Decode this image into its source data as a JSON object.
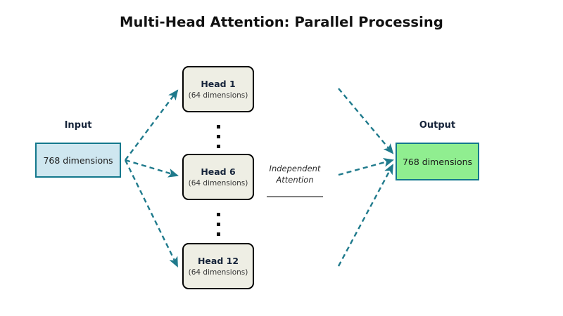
{
  "diagram": {
    "title": "Multi-Head Attention: Parallel Processing",
    "input": {
      "label": "Input",
      "value": "768 dimensions",
      "fill_color": "#cfe7f0",
      "border_color": "#13788c"
    },
    "output": {
      "label": "Output",
      "value": "768 dimensions",
      "fill_color": "#90ee90",
      "border_color": "#13788c"
    },
    "heads": [
      {
        "title": "Head 1",
        "subtitle": "(64 dimensions)"
      },
      {
        "title": "Head 6",
        "subtitle": "(64 dimensions)"
      },
      {
        "title": "Head 12",
        "subtitle": "(64 dimensions)"
      }
    ],
    "ellipses": [
      {
        "glyph": "vertical-ellipsis"
      },
      {
        "glyph": "vertical-ellipsis"
      }
    ],
    "middle_note": {
      "line1": "Independent",
      "line2": "Attention"
    },
    "arrow_color": "#1f7a8c",
    "head_fill_color": "#eeeee4",
    "head_border_color": "#000000",
    "rule_color": "#808080"
  }
}
